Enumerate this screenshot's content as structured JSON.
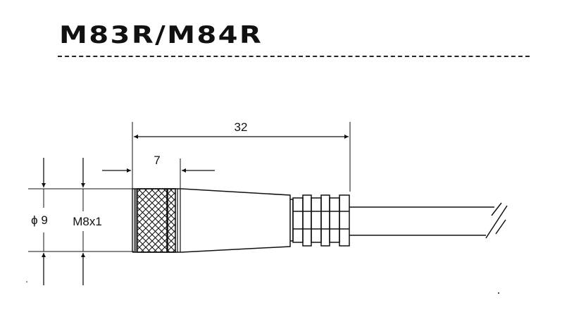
{
  "title": "M83R/M84R",
  "dimensions": {
    "overall_length": "32",
    "knurl_length": "7",
    "diameter": "ϕ 9",
    "thread": "M8x1"
  },
  "colors": {
    "line": "#111111",
    "background": "#ffffff"
  }
}
